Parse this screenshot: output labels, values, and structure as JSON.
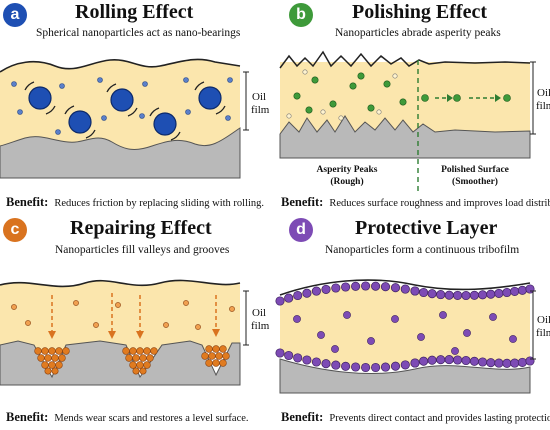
{
  "colors": {
    "oil": "#fbe6ad",
    "surface": "#b9b9b9",
    "blue": "#1e4fb3",
    "green": "#3e9a3a",
    "orange": "#d9731f",
    "purple": "#7d4bb5"
  },
  "panels": [
    {
      "letter": "a",
      "title": "Rolling Effect",
      "subtitle": "Spherical nanoparticles act as nano-bearings",
      "film_label_1": "Oil",
      "film_label_2": "film",
      "benefit_label": "Benefit:",
      "benefit_text": "Reduces friction by replacing sliding with rolling."
    },
    {
      "letter": "b",
      "title": "Polishing Effect",
      "subtitle": "Nanoparticles abrade asperity peaks",
      "film_label_1": "Oil",
      "film_label_2": "film",
      "left_caption_1": "Asperity Peaks",
      "left_caption_2": "(Rough)",
      "right_caption_1": "Polished Surface",
      "right_caption_2": "(Smoother)",
      "benefit_label": "Benefit:",
      "benefit_text": "Reduces surface roughness and improves load distribution."
    },
    {
      "letter": "c",
      "title": "Repairing Effect",
      "subtitle": "Nanoparticles fill valleys and grooves",
      "film_label_1": "Oil",
      "film_label_2": "film",
      "benefit_label": "Benefit:",
      "benefit_text": "Mends wear scars and restores a level surface."
    },
    {
      "letter": "d",
      "title": "Protective Layer",
      "subtitle": "Nanoparticles form a continuous tribofilm",
      "film_label_1": "Oil",
      "film_label_2": "film",
      "benefit_label": "Benefit:",
      "benefit_text": "Prevents direct contact and provides lasting protection."
    }
  ]
}
